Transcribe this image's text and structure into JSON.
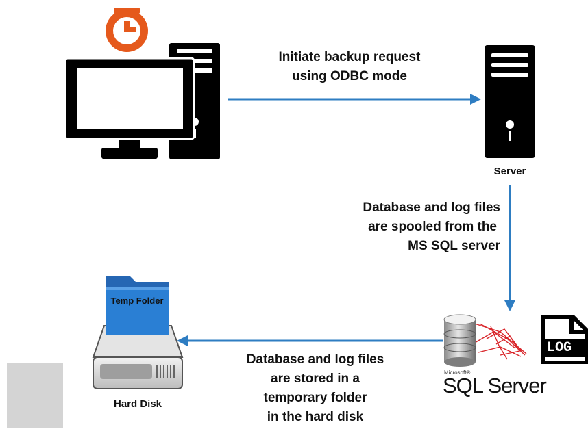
{
  "steps": {
    "request": [
      "Initiate backup request",
      "using ODBC mode"
    ],
    "spool": [
      "Database and log files",
      "are spooled from the",
      "MS SQL server"
    ],
    "store": [
      "Database and log files",
      "are stored in a",
      "temporary folder",
      "in the hard disk"
    ]
  },
  "labels": {
    "server": "Server",
    "hard_disk": "Hard Disk",
    "temp_folder": "Temp Folder",
    "sql_brand_small": "Microsoft®",
    "sql_brand": "SQL Server",
    "log_badge": "LOG"
  },
  "colors": {
    "arrow": "#2e7dc2",
    "clock": "#e5591c",
    "folder": "#2a7fd4",
    "sql_red": "#d9262b",
    "text": "#111111"
  },
  "icons": [
    "clock-icon",
    "computer-monitor-icon",
    "computer-tower-icon",
    "server-tower-icon",
    "database-icon",
    "log-file-icon",
    "folder-icon",
    "hard-disk-icon"
  ]
}
